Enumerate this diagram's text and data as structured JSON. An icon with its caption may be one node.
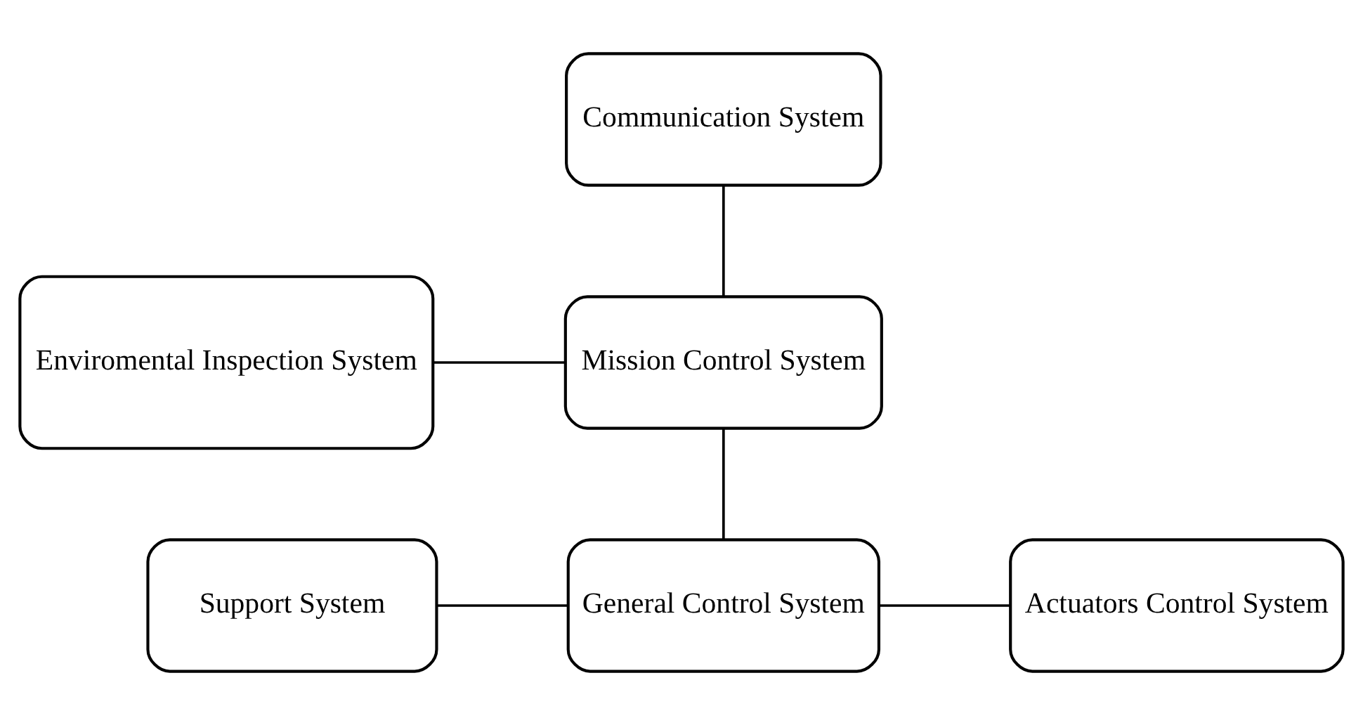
{
  "diagram": {
    "nodes": [
      {
        "text": [
          "Communication System"
        ]
      },
      {
        "text": [
          "Enviromental Inspection System"
        ]
      },
      {
        "text": [
          "Mission Control System"
        ]
      },
      {
        "text": [
          "Support System"
        ]
      },
      {
        "text": [
          "General Control System"
        ]
      },
      {
        "text": [
          "Actuators Control System"
        ]
      }
    ],
    "edges": [
      {
        "from": 0,
        "to": 2,
        "arrow": "none"
      },
      {
        "from": 1,
        "to": 2,
        "arrow": "none"
      },
      {
        "from": 2,
        "to": 4,
        "arrow": "none"
      },
      {
        "from": 3,
        "to": 4,
        "arrow": "none"
      },
      {
        "from": 4,
        "to": 5,
        "arrow": "none"
      }
    ]
  }
}
